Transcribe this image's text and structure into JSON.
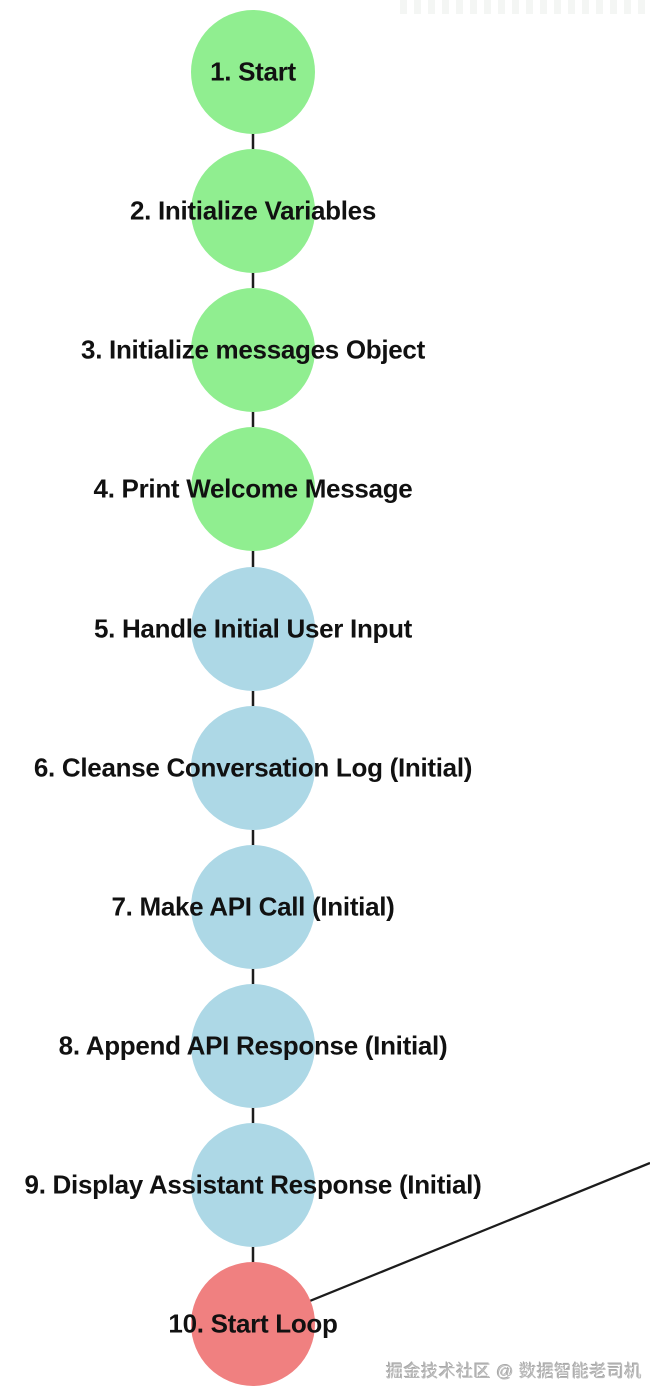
{
  "diagram": {
    "type": "flowchart",
    "background": "#ffffff",
    "edge_color": "#1c1c1c",
    "label_color": "#111111",
    "node_colors": {
      "setup_phase": "#90EE90",
      "initial_interaction_phase": "#ADD8E6",
      "loop_phase": "#F08080"
    },
    "nodes": [
      {
        "id": 1,
        "label": "1. Start",
        "color": "#90EE90"
      },
      {
        "id": 2,
        "label": "2. Initialize Variables",
        "color": "#90EE90"
      },
      {
        "id": 3,
        "label": "3. Initialize messages Object",
        "color": "#90EE90"
      },
      {
        "id": 4,
        "label": "4. Print Welcome Message",
        "color": "#90EE90"
      },
      {
        "id": 5,
        "label": "5. Handle Initial User Input",
        "color": "#ADD8E6"
      },
      {
        "id": 6,
        "label": "6. Cleanse Conversation Log (Initial)",
        "color": "#ADD8E6"
      },
      {
        "id": 7,
        "label": "7. Make API Call (Initial)",
        "color": "#ADD8E6"
      },
      {
        "id": 8,
        "label": "8. Append API Response (Initial)",
        "color": "#ADD8E6"
      },
      {
        "id": 9,
        "label": "9. Display Assistant Response (Initial)",
        "color": "#ADD8E6"
      },
      {
        "id": 10,
        "label": "10. Start Loop",
        "color": "#F08080"
      }
    ],
    "edges": [
      [
        1,
        2
      ],
      [
        2,
        3
      ],
      [
        3,
        4
      ],
      [
        4,
        5
      ],
      [
        5,
        6
      ],
      [
        6,
        7
      ],
      [
        7,
        8
      ],
      [
        8,
        9
      ],
      [
        9,
        10
      ]
    ],
    "partial_edge": {
      "from": "10. Start Loop",
      "to": "offscreen-right"
    }
  },
  "watermark": {
    "text": "掘金技术社区 @ 数据智能老司机",
    "color": "#b9b9b9"
  }
}
